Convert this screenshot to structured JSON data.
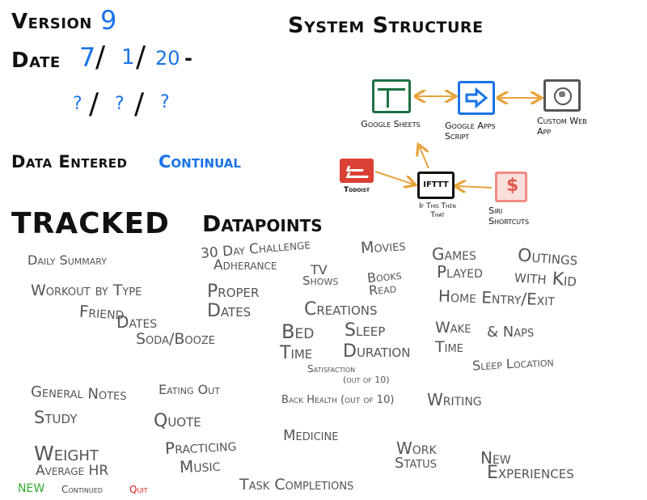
{
  "header": {
    "version_label": "Version",
    "version_value": "9",
    "date_label": "Date",
    "date_month": "7",
    "date_day": "1",
    "date_year": "20",
    "date_dash": "-",
    "end_month": "?",
    "end_day": "?",
    "end_year": "?",
    "slash": "/",
    "data_entered_label": "Data Entered",
    "data_entered_value": "Continual"
  },
  "system": {
    "title": "System Structure",
    "nodes": {
      "sheets": "Google Sheets",
      "apps_script": "Google Apps Script",
      "web_app": "Custom Web App",
      "todoist": "Todoist",
      "ifttt_logo": "IFTTT",
      "ifttt": "If This Then That",
      "siri": "Siri Shortcuts"
    }
  },
  "tracked": {
    "title": "TRACKED",
    "subtitle": "Datapoints",
    "items": {
      "daily_summary": "Daily Summary",
      "workout": "Workout by Type",
      "friend_dates_1": "Friend",
      "friend_dates_2": "Dates",
      "soda": "Soda/Booze",
      "challenge_1": "30 Day Challenge",
      "challenge_2": "Adherance",
      "tv_1": "TV",
      "tv_2": "Shows",
      "movies": "Movies",
      "books_1": "Books",
      "books_2": "Read",
      "games_1": "Games",
      "games_2": "Played",
      "outings_1": "Outings",
      "outings_2": "with Kid",
      "proper_1": "Proper",
      "proper_2": "Dates",
      "creations": "Creations",
      "home": "Home Entry/Exit",
      "bed_1": "Bed",
      "bed_2": "Time",
      "sleep_1": "Sleep",
      "sleep_2": "Duration",
      "wake_1": "Wake",
      "wake_2": "Time",
      "naps": "& Naps",
      "satisfaction_1": "Satisfaction",
      "satisfaction_2": "(out of 10)",
      "sleep_location": "Sleep Location",
      "general_notes": "General Notes",
      "eating_out": "Eating Out",
      "back_health": "Back Health (out of 10)",
      "writing": "Writing",
      "study": "Study",
      "quote": "Quote",
      "medicine": "Medicine",
      "weight": "Weight",
      "practicing_1": "Practicing",
      "practicing_2": "Music",
      "work_1": "Work",
      "work_2": "Status",
      "new_exp_1": "New",
      "new_exp_2": "Experiences",
      "average_hr": "Average HR",
      "task_completions": "Task Completions"
    }
  },
  "legend": {
    "new": "NEW",
    "continued": "Continued",
    "quit": "Quit",
    "colors": {
      "new": "#33aa33",
      "continued": "#444444",
      "quit": "#dd2222"
    }
  },
  "colors": {
    "sheets": "#1e7145",
    "apps_script": "#1a73e8",
    "web_app": "#555555",
    "todoist": "#db4035",
    "siri": "#f28b82",
    "arrow": "#e8a33a",
    "accent_blue": "#1a73e8"
  }
}
